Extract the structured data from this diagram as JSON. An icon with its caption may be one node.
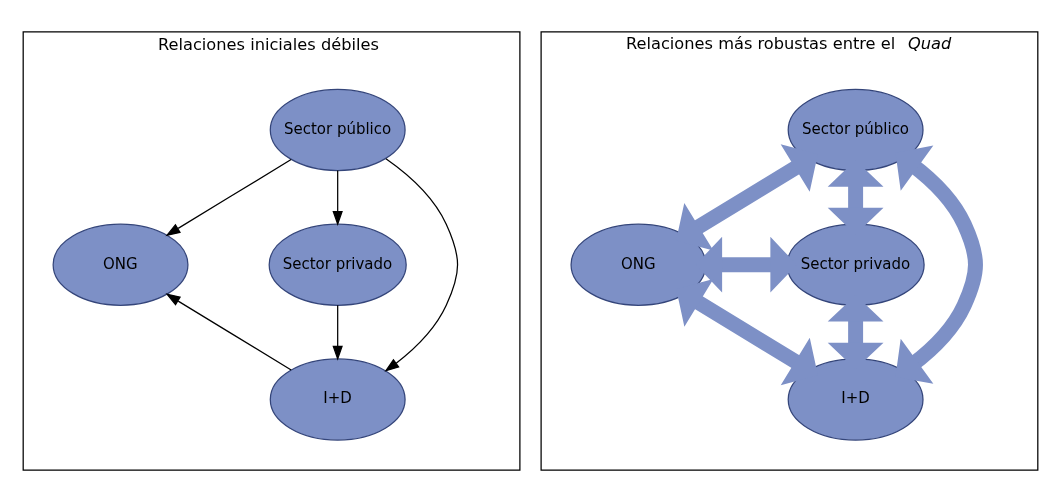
{
  "diagram": {
    "nodes": [
      {
        "text": [
          "Relaciones iniciales débiles"
        ]
      },
      {
        "text": [
          "Sector público"
        ],
        "in": 0
      },
      {
        "text": [
          "ONG"
        ],
        "in": 0
      },
      {
        "text": [
          "Sector privado"
        ],
        "in": 0
      },
      {
        "text": [
          "I+D"
        ],
        "in": 0
      },
      {
        "text": [
          "Relaciones más robustas entre el *Quad*"
        ]
      },
      {
        "text": [
          "Sector público"
        ],
        "in": 5
      },
      {
        "text": [
          "ONG"
        ],
        "in": 5
      },
      {
        "text": [
          "Sector privado"
        ],
        "in": 5
      },
      {
        "text": [
          "I+D"
        ],
        "in": 5
      }
    ],
    "edges": [
      {
        "from": 1,
        "to": 2,
        "arrow": "to",
        "color": "#000000"
      },
      {
        "from": 1,
        "to": 4,
        "arrow": "to",
        "color": "#000000"
      },
      {
        "from": 1,
        "to": 3,
        "arrow": "to",
        "color": "#000000"
      },
      {
        "from": 3,
        "to": 4,
        "arrow": "to",
        "color": "#000000"
      },
      {
        "from": 4,
        "to": 2,
        "arrow": "to",
        "color": "#000000"
      },
      {
        "from": 6,
        "to": 7,
        "arrow": "both"
      },
      {
        "from": 6,
        "to": 8,
        "arrow": "both"
      },
      {
        "from": 7,
        "to": 9,
        "arrow": "both"
      },
      {
        "from": 8,
        "to": 9,
        "arrow": "both"
      },
      {
        "from": 7,
        "to": 8,
        "arrow": "both"
      },
      {
        "from": 6,
        "to": 9,
        "arrow": "both"
      }
    ]
  }
}
